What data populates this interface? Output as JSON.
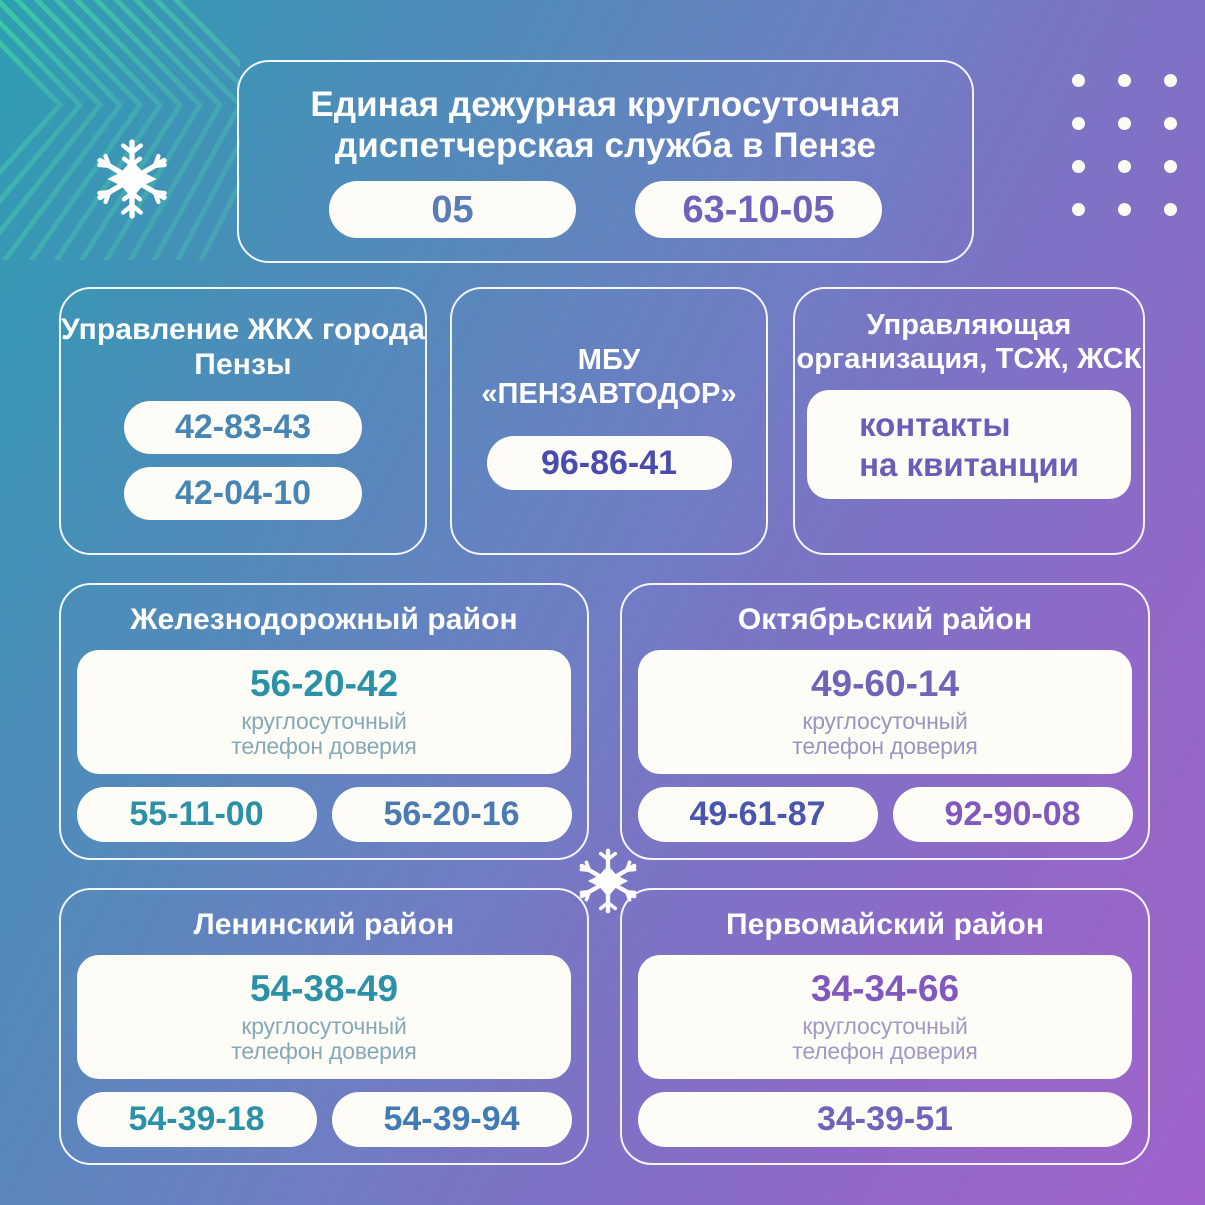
{
  "decor": {
    "snowflake_corner": "snowflake-icon",
    "snowflake_center": "snowflake-icon",
    "dot_grid": "dot-grid-pattern",
    "corner_stripes": "chevron-stripes-pattern",
    "dot_count": 12
  },
  "colors": {
    "bg_start": "#2e9fb2",
    "bg_end": "#a062ca",
    "card_border": "#ffffff",
    "pill_bg": "#fdfcf7",
    "accent_teal": "#2a91a8",
    "accent_steel": "#4a7ab2",
    "accent_purple": "#6f63bc",
    "accent_violet": "#8157c0",
    "stripe_green": "#3de09a"
  },
  "edds": {
    "title": "Единая дежурная круглосуточная диспетчерская служба в Пензе",
    "phones": [
      "05",
      "63-10-05"
    ]
  },
  "services": [
    {
      "id": "gkh",
      "title": "Управление ЖКХ города Пензы",
      "phones": [
        "42-83-43",
        "42-04-10"
      ]
    },
    {
      "id": "avtodor",
      "title": "МБУ «ПЕНЗАВТОДОР»",
      "phones": [
        "96-86-41"
      ]
    },
    {
      "id": "uk",
      "title": "Управляющая организация, ТСЖ, ЖСК",
      "note": "контакты на квитанции"
    }
  ],
  "districts": [
    {
      "id": "zhd",
      "title": "Железнодорожный район",
      "main_phone": "56-20-42",
      "main_note": "круглосуточный телефон доверия",
      "phones": [
        "55-11-00",
        "56-20-16"
      ]
    },
    {
      "id": "okt",
      "title": "Октябрьский район",
      "main_phone": "49-60-14",
      "main_note": "круглосуточный телефон доверия",
      "phones": [
        "49-61-87",
        "92-90-08"
      ]
    },
    {
      "id": "len",
      "title": "Ленинский район",
      "main_phone": "54-38-49",
      "main_note": "круглосуточный телефон доверия",
      "phones": [
        "54-39-18",
        "54-39-94"
      ]
    },
    {
      "id": "perv",
      "title": "Первомайский район",
      "main_phone": "34-34-66",
      "main_note": "круглосуточный телефон доверия",
      "phones": [
        "34-39-51"
      ]
    }
  ]
}
